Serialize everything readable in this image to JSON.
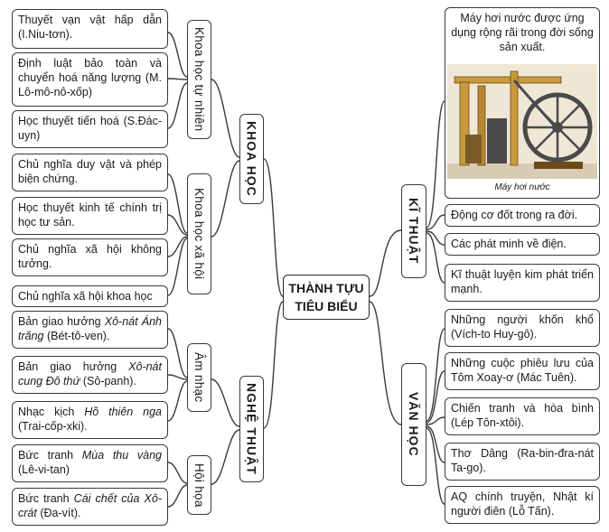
{
  "center": {
    "line1": "THÀNH TỰU",
    "line2": "TIÊU BIỂU"
  },
  "categories": {
    "khoa_hoc": "KHOA HỌC",
    "nghe_thuat": "NGHỆ THUẬT",
    "ki_thuat": "KĨ THUẬT",
    "van_hoc": "VĂN HỌC"
  },
  "subcategories": {
    "khoa_hoc_tu_nhien": "Khoa học tự nhiên",
    "khoa_hoc_xa_hoi": "Khoa học xã hội",
    "am_nhac": "Âm nhạc",
    "hoi_hoa": "Hội họa"
  },
  "items": {
    "newton": "Thuyết vạn vật hấp dẫn (I.Niu-tơn).",
    "lomonosov": "Định luật bảo toàn và chuyển hoá năng lượng (M. Lô-mô-nô-xốp)",
    "darwin": "Học thuyết tiến hoá (S.Đác-uyn)",
    "duy_vat": "Chủ nghĩa duy vật và phép biện chứng.",
    "kinh_te": "Học thuyết kinh tế chính trị học tư sản.",
    "khong_tuong": "Chủ nghĩa xã hội không tưởng.",
    "khoa_hoc_xh": "Chủ nghĩa xã hội khoa học",
    "beethoven": {
      "pre": "Bản giao hưởng ",
      "em": "Xô-nát Ánh trăng",
      "post": " (Bét-tô-ven)."
    },
    "chopin": {
      "pre": "Bản giao hưởng ",
      "em": "Xô-nát cung Đô thứ",
      "post": " (Sô-panh)."
    },
    "tchaikovsky": {
      "pre": "Nhạc kịch ",
      "em": "Hồ thiên nga",
      "post": " (Trai-cốp-xki)."
    },
    "levitan": {
      "pre": "Bức tranh ",
      "em": "Mùa thu vàng",
      "post": " (Lê-vi-tan)"
    },
    "david": {
      "pre": "Bức tranh ",
      "em": "Cái chết của Xô-crát",
      "post": " (Đa-vít)."
    },
    "steam": "Máy hơi nước được ứng dụng rộng rãi trong đời sống sản xuất.",
    "steam_caption": "Máy hơi nước",
    "internal_combustion": "Động cơ đốt trong ra đời.",
    "electric": "Các phát minh về điện.",
    "metallurgy": "Kĩ thuật luyện kim phát triển mạnh.",
    "hugo": "Những người khốn khổ (Vích-to Huy-gô).",
    "twain": "Những cuộc phiêu lưu của Tôm Xoay-ơ (Mác Tuên).",
    "tolstoy": "Chiến tranh và hòa bình (Lép Tôn-xtôi).",
    "tagore": "Thơ Dâng (Ra-bin-đra-nát Ta-go).",
    "luxun": "AQ chính truyện, Nhật kí người điên (Lỗ Tấn)."
  },
  "colors": {
    "line": "#3a3a3a",
    "engine_wood": "#c99a3b",
    "engine_metal": "#4a4a4a",
    "engine_bg": "#efe7d6"
  }
}
